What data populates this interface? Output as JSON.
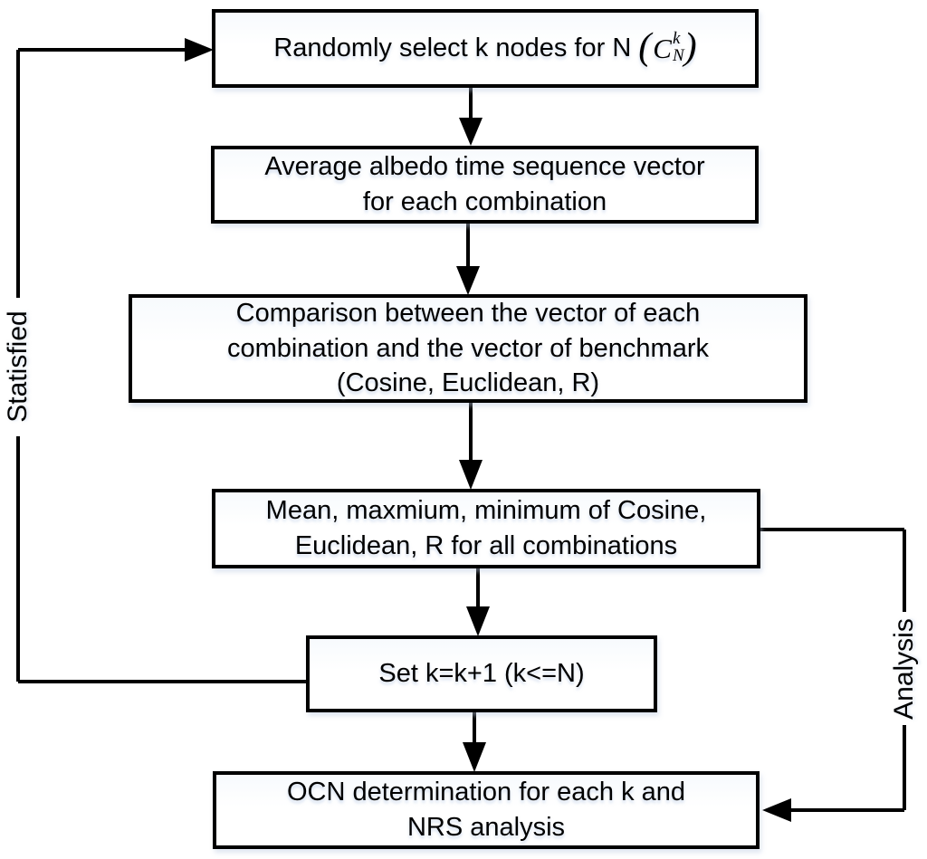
{
  "flowchart": {
    "nodes": [
      {
        "name": "select-nodes",
        "text": "Randomly select k nodes for N",
        "math": {
          "open": "(",
          "symbol": "C",
          "sup": "k",
          "sub": "N",
          "close": ")"
        }
      },
      {
        "name": "average-albedo",
        "line1": "Average albedo time sequence vector",
        "line2": "for each combination"
      },
      {
        "name": "comparison",
        "line1": "Comparison between the vector of each",
        "line2": "combination and the vector of benchmark",
        "line3": "(Cosine, Euclidean, R)"
      },
      {
        "name": "statistics",
        "line1": "Mean, maxmium, minimum of Cosine,",
        "line2": "Euclidean, R for all combinations"
      },
      {
        "name": "increment-k",
        "line1": "Set k=k+1 (k<=N)"
      },
      {
        "name": "ocn-determination",
        "line1": "OCN determination for each k and",
        "line2": "NRS analysis"
      }
    ],
    "edge_labels": {
      "satisfied": "Statisfied",
      "analysis": "Analysis"
    },
    "colors": {
      "stroke": "#000000",
      "box_fill": "#ffffff",
      "text": "#000000",
      "background": "#ffffff"
    }
  }
}
